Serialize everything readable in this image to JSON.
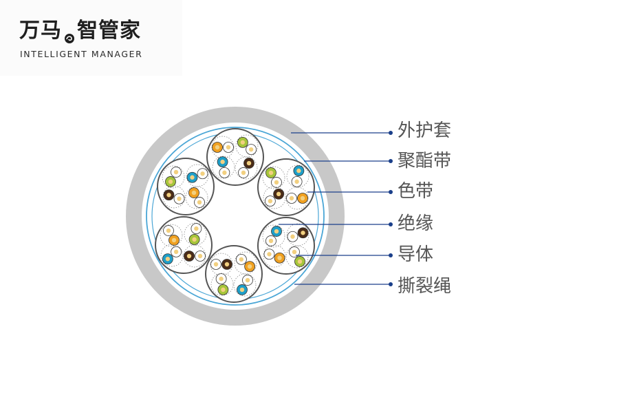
{
  "brand": {
    "name_left": "万马",
    "name_right": "智管家",
    "subtitle": "INTELLIGENT MANAGER",
    "mark_icon": "swirl-logo-icon"
  },
  "labels": {
    "jacket": "外护套",
    "polyester_tape": "聚酯带",
    "color_band": "色带",
    "insulation": "绝缘",
    "conductor": "导体",
    "ripcord": "撕裂绳"
  },
  "colors": {
    "jacket": "#c8c8c8",
    "tape_line": "#4aa6d6",
    "leader_line": "#1a3f8a",
    "unit_outline": "#555555",
    "conductor": "#f2d080",
    "orange": "#f0a020",
    "green": "#a6c53a",
    "blue": "#1e9ec8",
    "brown": "#4a2c18",
    "white": "#ffffff",
    "label_text": "#555555"
  }
}
